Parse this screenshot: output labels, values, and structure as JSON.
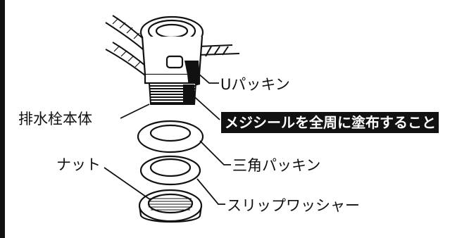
{
  "labels": {
    "u_packing": "Uパッキン",
    "sealant_note": "メジシールを全周に塗布すること",
    "drain_body": "排水栓本体",
    "triangle_packing": "三角パッキン",
    "nut": "ナット",
    "slip_washer": "スリップワッシャー"
  },
  "colors": {
    "ink": "#111111",
    "background": "#ffffff",
    "badge_background": "#111111",
    "badge_text": "#ffffff"
  }
}
